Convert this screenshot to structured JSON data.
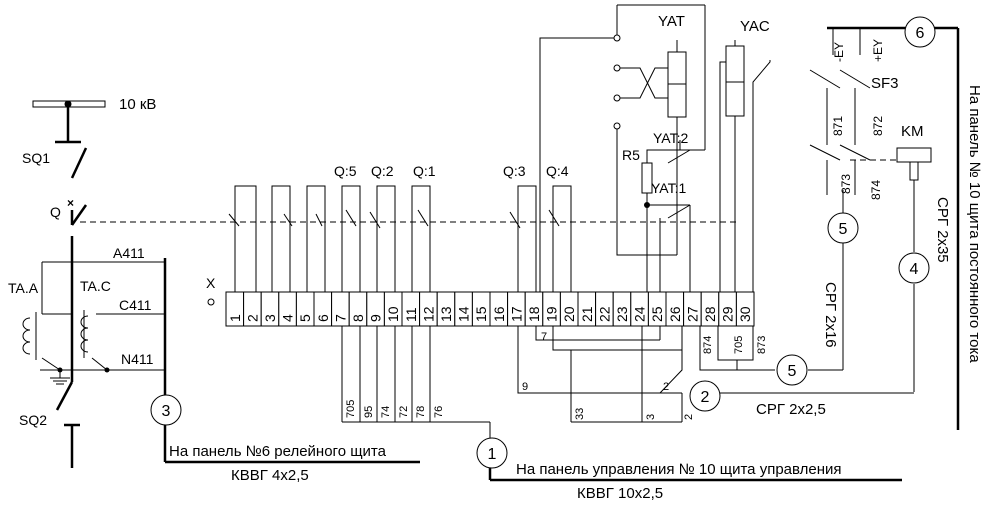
{
  "voltage": "10 кВ",
  "labels": {
    "sq1": "SQ1",
    "sq2": "SQ2",
    "q": "Q",
    "taa": "TA.A",
    "tac": "TA.C",
    "a411": "A411",
    "c411": "C411",
    "n411": "N411",
    "x": "X",
    "q5": "Q:5",
    "q2": "Q:2",
    "q1": "Q:1",
    "q3": "Q:3",
    "q4": "Q:4",
    "yat": "YAT",
    "yac": "YAC",
    "yat2": "YAT:2",
    "yat1": "YAT:1",
    "r5": "R5",
    "ey_minus": "-EY",
    "ey_plus": "+EY",
    "sf3": "SF3",
    "km": "KM"
  },
  "terminals": [
    "1",
    "2",
    "3",
    "4",
    "5",
    "6",
    "7",
    "8",
    "9",
    "10",
    "11",
    "12",
    "13",
    "14",
    "15",
    "16",
    "17",
    "18",
    "19",
    "20",
    "21",
    "22",
    "23",
    "24",
    "25",
    "26",
    "27",
    "28",
    "29",
    "30"
  ],
  "wire_numbers": {
    "w705": "705",
    "w95": "95",
    "w74": "74",
    "w72": "72",
    "w78": "78",
    "w76": "76",
    "w7": "7",
    "w9": "9",
    "w2a": "2",
    "w33": "33",
    "w3": "3",
    "w2b": "2",
    "w874": "874",
    "w705b": "705",
    "w873": "873",
    "w871": "871",
    "w872": "872",
    "w873s": "873",
    "w874s": "874"
  },
  "cable_markers": [
    "1",
    "2",
    "3",
    "4",
    "5",
    "6"
  ],
  "cables": {
    "cable1_dest": "На панель управления № 10 щита управления",
    "cable1_type": "КВВГ 10х2,5",
    "cable3_dest": "На панель №6 релейного щита",
    "cable3_type": "КВВГ 4х2,5",
    "cable2_type": "СРГ 2х2,5",
    "cable5_type": "СРГ 2х16",
    "cable4_type": "СРГ 2х35",
    "cable6_dest": "На панель  № 10 щита постоянного тока"
  }
}
